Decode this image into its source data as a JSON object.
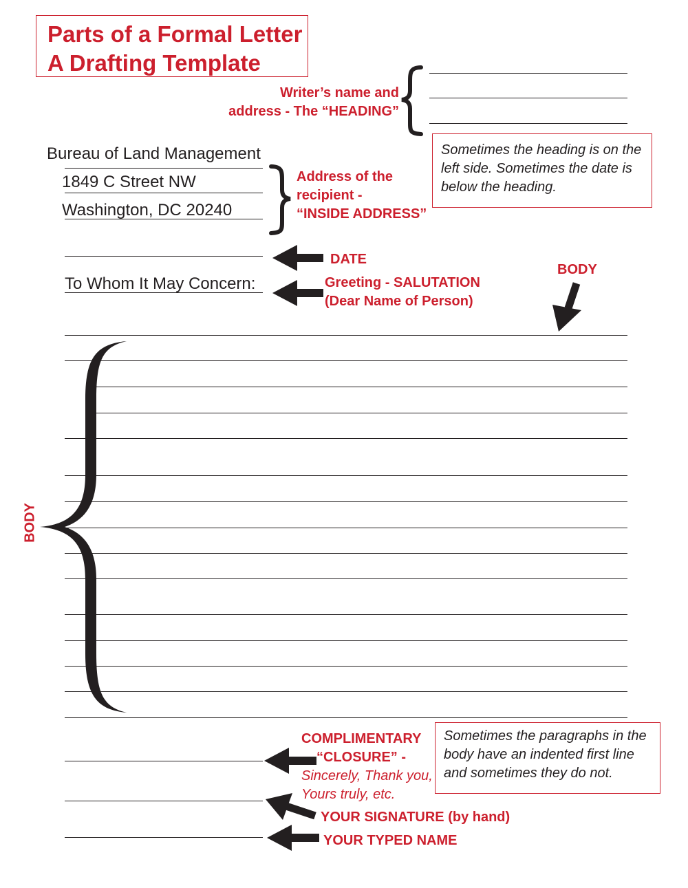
{
  "title": {
    "line1": "Parts of a Formal Letter",
    "line2": "A Drafting Template"
  },
  "heading_label": {
    "line1": "Writer’s name and",
    "line2": "address  -  The “HEADING”"
  },
  "heading_note": "Sometimes the heading is on the left side. Sometimes the date is below the heading.",
  "inside_address": {
    "recipient": "Bureau of Land Management",
    "street": "1849 C Street NW",
    "city": "Washington, DC  20240"
  },
  "inside_address_label": {
    "line1": "Address of the",
    "line2": "recipient  -",
    "line3": "“INSIDE ADDRESS”"
  },
  "date_label": "DATE",
  "salutation": {
    "text": "To Whom It May Concern:",
    "label_line1": "Greeting  -  SALUTATION",
    "label_line2": "(Dear Name of Person)"
  },
  "body_label_top": "BODY",
  "body_label_side": "BODY",
  "closure": {
    "label_line1": "COMPLIMENTARY",
    "label_line2": "“CLOSURE”  -",
    "examples_line1": "Sincerely, Thank you,",
    "examples_line2": "Yours truly, etc."
  },
  "body_note": "Sometimes the paragraphs in the body have an indented first line and sometimes they do not.",
  "signature_label": "YOUR SIGNATURE (by hand)",
  "typed_name_label": "YOUR TYPED NAME",
  "colors": {
    "accent": "#cc1f2d",
    "ink": "#231f20"
  }
}
